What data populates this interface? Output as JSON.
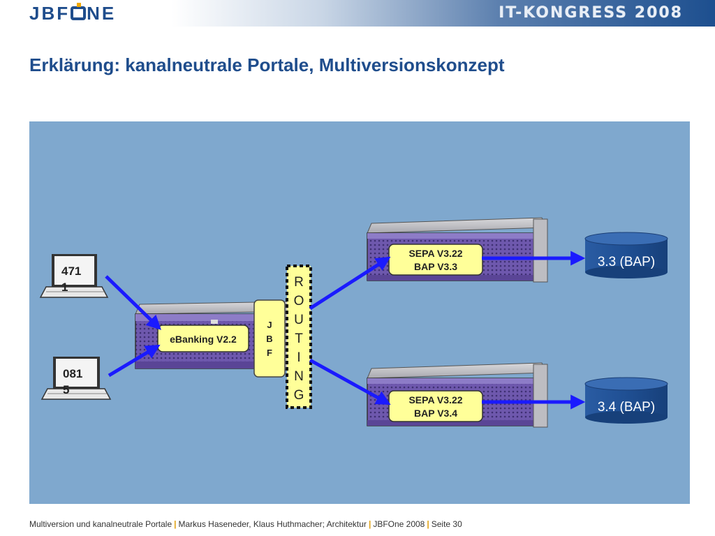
{
  "header": {
    "logo": "JBFONE",
    "event": "IT-KONGRESS 2008"
  },
  "title": "Erklärung: kanalneutrale Portale, Multiversionskonzept",
  "diagram": {
    "clients": [
      {
        "line1": "471",
        "line2": "1"
      },
      {
        "line1": "081",
        "line2": "5"
      }
    ],
    "portal_server": {
      "app_label": "eBanking V2.2",
      "jbf_letters": [
        "J",
        "B",
        "F"
      ]
    },
    "routing_letters": [
      "R",
      "O",
      "U",
      "T",
      "I",
      "N",
      "G"
    ],
    "backend_servers": [
      {
        "line1": "SEPA V3.22",
        "line2": "BAP V3.3"
      },
      {
        "line1": "SEPA V3.22",
        "line2": "BAP V3.4"
      }
    ],
    "databases": [
      {
        "label": "3.3 (BAP)"
      },
      {
        "label": "3.4 (BAP)"
      }
    ],
    "colors": {
      "canvas": "#7fa8ce",
      "label_fill": "#ffff99",
      "arrow": "#1a1aff",
      "database": "#1f4f93",
      "server_front": "#7a62b8"
    }
  },
  "footer": {
    "talk": "Multiversion und kanalneutrale Portale",
    "authors": "Markus Haseneder, Klaus Huthmacher; Architektur",
    "event": "JBFOne 2008",
    "page": "Seite 30"
  }
}
